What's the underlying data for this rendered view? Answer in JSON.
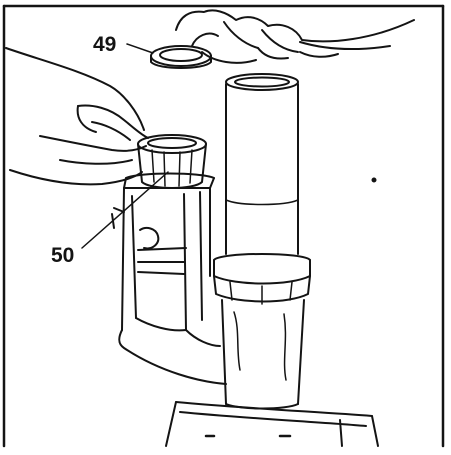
{
  "callouts": [
    {
      "id": "49",
      "text": "49"
    },
    {
      "id": "50",
      "text": "50"
    }
  ],
  "colors": {
    "ink": "#141414",
    "paper": "#ffffff"
  }
}
